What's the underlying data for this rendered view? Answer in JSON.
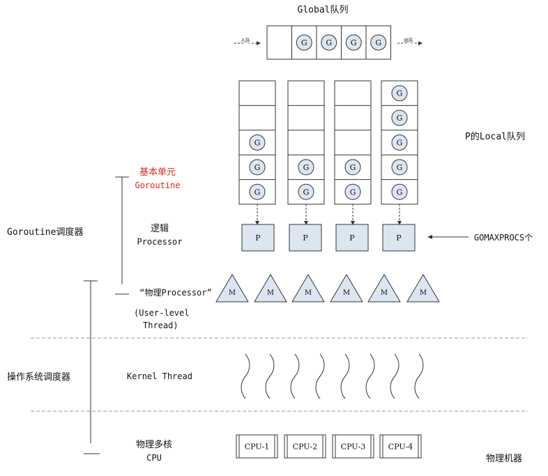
{
  "global_queue": {
    "title": "Global队列",
    "enqueue_label": "入队",
    "dequeue_label": "出队",
    "goroutines": [
      "G",
      "G",
      "G",
      "G"
    ]
  },
  "local_queue": {
    "title": "P的Local队列",
    "columns": [
      {
        "goroutines": [
          "G",
          "G",
          "G"
        ]
      },
      {
        "goroutines": [
          "G",
          "G"
        ]
      },
      {
        "goroutines": [
          "G",
          "G"
        ]
      },
      {
        "goroutines": [
          "G",
          "G",
          "G",
          "G",
          "G"
        ]
      }
    ]
  },
  "labels": {
    "goroutine_unit_cn": "基本单元",
    "goroutine_unit_en": "Goroutine",
    "logical_cn": "逻辑",
    "logical_en": "Processor",
    "physical_processor": "“物理Processor”",
    "user_thread_line1": "(User-level",
    "user_thread_line2": "Thread)",
    "kernel_thread": "Kernel Thread",
    "cpu_cn": "物理多核",
    "cpu_en": "CPU",
    "gomaxprocs": "GOMAXPROCS个",
    "goroutine_scheduler": "Goroutine调度器",
    "os_scheduler": "操作系统调度器",
    "physical_machine": "物理机器"
  },
  "processors": [
    "P",
    "P",
    "P",
    "P"
  ],
  "machines": [
    "M",
    "M",
    "M",
    "M",
    "M",
    "M"
  ],
  "cpus": [
    "CPU-1",
    "CPU-2",
    "CPU-3",
    "CPU-4"
  ],
  "colors": {
    "node_fill": "#dce6f2",
    "stroke": "#333333",
    "dashed_line": "#999999",
    "highlight_text": "#e0251b",
    "text": "#111111"
  }
}
